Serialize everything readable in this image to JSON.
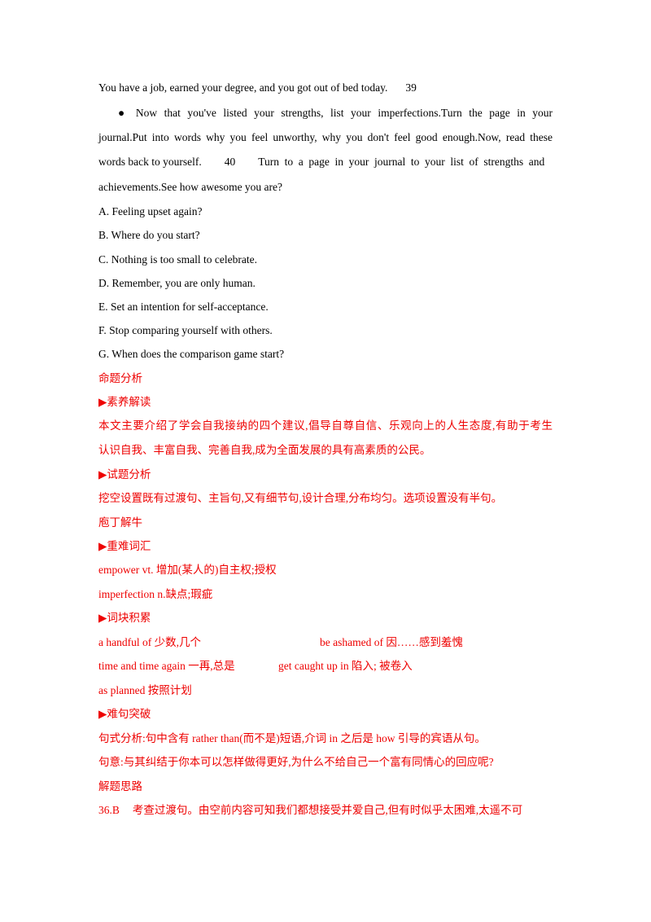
{
  "passage": {
    "line1": "You have a job, earned your degree, and you got out of bed today.",
    "blank39": "39",
    "para_bullet": "●",
    "para_line1": "Now that you've listed your strengths, list your imperfections.Turn the page in your",
    "para_line2": "journal.Put into words why you feel unworthy, why you don't feel good enough.Now, read these",
    "para_line3_a": "words back to yourself.",
    "blank40": "40",
    "para_line3_b": "Turn to a page in your journal to your list of strengths and",
    "para_line4": "achievements.See how awesome you are?"
  },
  "options": [
    "A. Feeling upset again?",
    "B. Where do you start?",
    "C. Nothing is too small to celebrate.",
    "D. Remember, you are only human.",
    "E. Set an intention for self-acceptance.",
    "F. Stop comparing yourself with others.",
    "G. When does the comparison game start?"
  ],
  "analysis": {
    "heading1": "命题分析",
    "sub1": "▶素养解读",
    "sub1_line1": "本文主要介绍了学会自我接纳的四个建议,倡导自尊自信、乐观向上的人生态度,有助于考生",
    "sub1_line2": "认识自我、丰富自我、完善自我,成为全面发展的具有高素质的公民。",
    "sub2": "▶试题分析",
    "sub2_line1": "挖空设置既有过渡句、主旨句,又有细节句,设计合理,分布均匀。选项设置没有半句。",
    "heading2": "庖丁解牛",
    "sub3": "▶重难词汇",
    "vocab1": "empower vt.  增加(某人的)自主权;授权",
    "vocab2": "imperfection n.缺点;瑕疵",
    "sub4": "▶词块积累",
    "chunk1a": "a handful of 少数,几个",
    "chunk1b": "be ashamed of  因……感到羞愧",
    "chunk2a": "time and time again  一再,总是",
    "chunk2b": "get caught up in 陷入;  被卷入",
    "chunk3": "as planned 按照计划",
    "sub5": "▶难句突破",
    "hard1": "句式分析:句中含有 rather than(而不是)短语,介词 in 之后是 how 引导的宾语从句。",
    "hard2": "句意:与其纠结于你本可以怎样做得更好,为什么不给自己一个富有同情心的回应呢?",
    "heading3": "解题思路",
    "ans36_num": "36.B",
    "ans36_text": "考查过渡句。由空前内容可知我们都想接受并爱自己,但有时似乎太困难,太遥不可"
  },
  "colors": {
    "red": "#ee0000",
    "black": "#000000"
  }
}
